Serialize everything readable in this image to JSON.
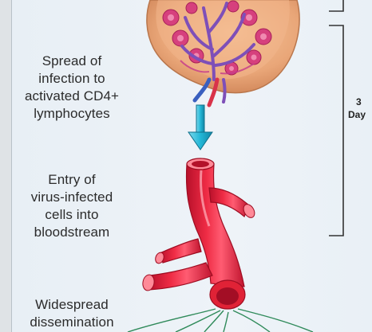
{
  "labels": {
    "spread": [
      "Spread of",
      "infection to",
      "activated CD4+",
      "lymphocytes"
    ],
    "entry": [
      "Entry of",
      "virus-infected",
      "cells into",
      "bloodstream"
    ],
    "widespread": [
      "Widespread",
      "dissemination"
    ]
  },
  "timeline": {
    "days_number": "3",
    "days_word": "Day"
  },
  "colors": {
    "background": "#e8eff5",
    "node_tissue": "#e9a678",
    "node_follicle": "#d23a78",
    "node_vessel": "#7e4fb8",
    "vessel_red": "#e8233a",
    "arrow_cyan": "#21b6d6",
    "bracket": "#333333",
    "network_green": "#2f8a5a"
  }
}
